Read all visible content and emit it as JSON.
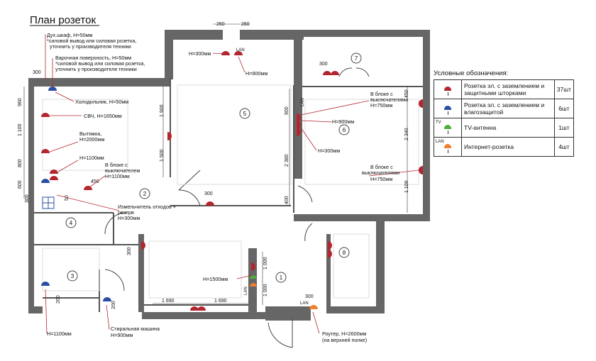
{
  "title": "План розеток",
  "colors": {
    "wall": "#666666",
    "socket_red": "#b3262e",
    "socket_blue": "#2d4fa3",
    "socket_green": "#4caf3a",
    "socket_orange": "#f08030",
    "annot": "#b3262e"
  },
  "rooms": [
    "1",
    "2",
    "3",
    "4",
    "5",
    "6",
    "7",
    "8"
  ],
  "labels": {
    "oven": "Дух.шкаф, H=50мм",
    "oven_note1": "*силовой вывод или силовая розетка,",
    "oven_note2": "уточнить у производителя техники",
    "hob": "Варочная поверхность, H=50мм",
    "hob_note1": "*силовой вывод или силовая розетка,",
    "hob_note2": "уточнить у производителя техники",
    "fridge": "Холодильник, H=50мм",
    "micro": "СВЧ, H=1650мм",
    "hood1": "Вытяжка,",
    "hood2": "H=2000мм",
    "h1100": "H=1100мм",
    "block1": "В блоке с",
    "block2": "выключателем",
    "block3": "H=1100мм",
    "disposer1": "Измельчитель отходов +",
    "disposer2": "резерв",
    "disposer3": "H=300мм",
    "h300_top": "H=300мм",
    "h900_top": "H=900мм",
    "lan_top": "LAN",
    "lan6": "LAN",
    "block6a1": "В блоке с",
    "block6a2": "выключателями",
    "block6a3": "H=750мм",
    "h900_6": "H=900мм",
    "h300_6": "H=300мм",
    "block6b1": "В блоке с",
    "block6b2": "выключателями",
    "block6b3": "H=750мм",
    "h1500": "H=1500мм",
    "lan_hall": "LAN",
    "lan_bottom": "LAN",
    "router1": "Роутер, H=2600мм",
    "router2": "(на верхней полке)",
    "h1100_bath": "H=1100мм",
    "washer1": "Стиральная машина",
    "washer2": "H=900мм",
    "tv_lbl": "TV"
  },
  "dims": {
    "d260a": "260",
    "d260b": "260",
    "d300tl": "300",
    "d960": "960",
    "d1100": "1 100",
    "d800": "800",
    "d600": "600",
    "d300l": "300",
    "d450": "450",
    "d1900": "1 900",
    "d1500": "1 500",
    "d2380": "2 380",
    "d900": "900",
    "d400": "400",
    "d300c": "300",
    "d450r": "450",
    "d2340": "2 340",
    "d1100r": "1 100",
    "d300_7": "300",
    "d300_2": "300",
    "d1690a": "1 690",
    "d1690b": "1 690",
    "d1000a": "1 000",
    "d1000b": "1 000",
    "d300_8": "300",
    "d200a": "200",
    "d200b": "200",
    "d50": "50"
  },
  "legend": {
    "title": "Условные обозначения:",
    "rows": [
      {
        "icon": "socket-red",
        "text": "Розетка эл. с заземлением и защитными шторками",
        "qty": "37шт"
      },
      {
        "icon": "socket-blue",
        "text": "Розетка эл. с заземлением и влагозащитой",
        "qty": "6шт"
      },
      {
        "icon": "tv-socket",
        "symbol": "TV",
        "text": "TV-антенна",
        "qty": "1шт"
      },
      {
        "icon": "lan-socket",
        "symbol": "LAN",
        "text": "Интернет-розетка",
        "qty": "4шт"
      }
    ]
  }
}
